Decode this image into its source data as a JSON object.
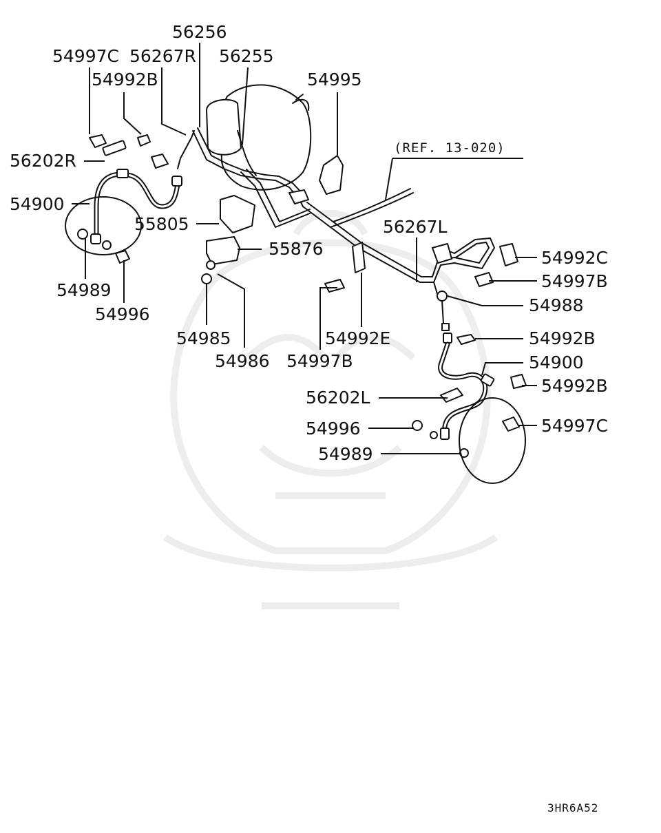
{
  "diagram": {
    "reference": "(REF. 13-020)",
    "code": "3HR6A52",
    "labels": [
      {
        "id": "l1",
        "text": "56256"
      },
      {
        "id": "l2",
        "text": "54997C"
      },
      {
        "id": "l3",
        "text": "56267R"
      },
      {
        "id": "l4",
        "text": "56255"
      },
      {
        "id": "l5",
        "text": "54992B"
      },
      {
        "id": "l6",
        "text": "54995"
      },
      {
        "id": "l7",
        "text": "56202R"
      },
      {
        "id": "l8",
        "text": "54900"
      },
      {
        "id": "l9",
        "text": "55805"
      },
      {
        "id": "l10",
        "text": "56267L"
      },
      {
        "id": "l11",
        "text": "55876"
      },
      {
        "id": "l12",
        "text": "54992C"
      },
      {
        "id": "l13",
        "text": "54997B"
      },
      {
        "id": "l14",
        "text": "54989"
      },
      {
        "id": "l15",
        "text": "54988"
      },
      {
        "id": "l16",
        "text": "54996"
      },
      {
        "id": "l17",
        "text": "54985"
      },
      {
        "id": "l18",
        "text": "54992E"
      },
      {
        "id": "l19",
        "text": "54992B"
      },
      {
        "id": "l20",
        "text": "54986"
      },
      {
        "id": "l21",
        "text": "54997B"
      },
      {
        "id": "l22",
        "text": "54900"
      },
      {
        "id": "l23",
        "text": "56202L"
      },
      {
        "id": "l24",
        "text": "54992B"
      },
      {
        "id": "l25",
        "text": "54996"
      },
      {
        "id": "l26",
        "text": "54997C"
      },
      {
        "id": "l27",
        "text": "54989"
      }
    ]
  }
}
